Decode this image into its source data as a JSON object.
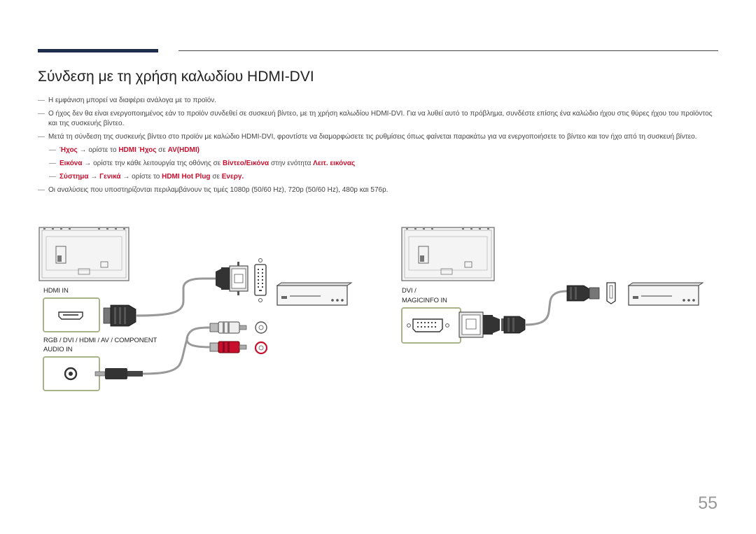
{
  "title": "Σύνδεση με τη χρήση καλωδίου HDMI-DVI",
  "notes": [
    "Η εμφάνιση μπορεί να διαφέρει ανάλογα με το προϊόν.",
    "Ο ήχος δεν θα είναι ενεργοποιημένος εάν το προϊόν συνδεθεί σε συσκευή βίντεο, με τη χρήση καλωδίου HDMI-DVI. Για να λυθεί αυτό το πρόβλημα, συνδέστε επίσης ένα καλώδιο ήχου στις θύρες ήχου του προϊόντος και της συσκευής βίντεο.",
    "Μετά τη σύνδεση της συσκευής βίντεο στο προϊόν με καλώδιο HDMI-DVI, φροντίστε να διαμορφώσετε τις ρυθμίσεις όπως φαίνεται παρακάτω για να ενεργοποιήσετε το βίντεο και τον ήχο από τη συσκευή βίντεο."
  ],
  "subnotes": {
    "s1": {
      "a": "Ήχος",
      "arrow": " → ορίστε το ",
      "b": "HDMI Ήχος",
      "c": " σε ",
      "d": "AV(HDMI)"
    },
    "s2": {
      "a": "Εικόνα",
      "b": " → ορίστε την κάθε λειτουργία της οθόνης σε ",
      "c": "Βίντεο/Εικόνα",
      "d": " στην ενότητα ",
      "e": "Λειτ. εικόνας"
    },
    "s3": {
      "a": "Σύστημα",
      "arrow1": " → ",
      "b": "Γενικά",
      "c": " → ορίστε το ",
      "d": "HDMI Hot Plug",
      "e": " σε ",
      "f": "Ενεργ."
    }
  },
  "last_note": "Οι αναλύσεις που υποστηρίζονται περιλαμβάνουν τις τιμές 1080p (50/60 Hz), 720p (50/60 Hz), 480p και 576p.",
  "dash": "―",
  "labels": {
    "hdmi_in": "HDMI IN",
    "rgb_audio_1": "RGB / DVI / HDMI / AV / COMPONENT",
    "rgb_audio_2": "AUDIO IN",
    "dvi_1": "DVI /",
    "dvi_2": "MAGICINFO IN"
  },
  "page_number": "55",
  "colors": {
    "accent_red": "#c8102e",
    "header_bar": "#1f2d4d",
    "port_frame": "#a8b38a"
  }
}
